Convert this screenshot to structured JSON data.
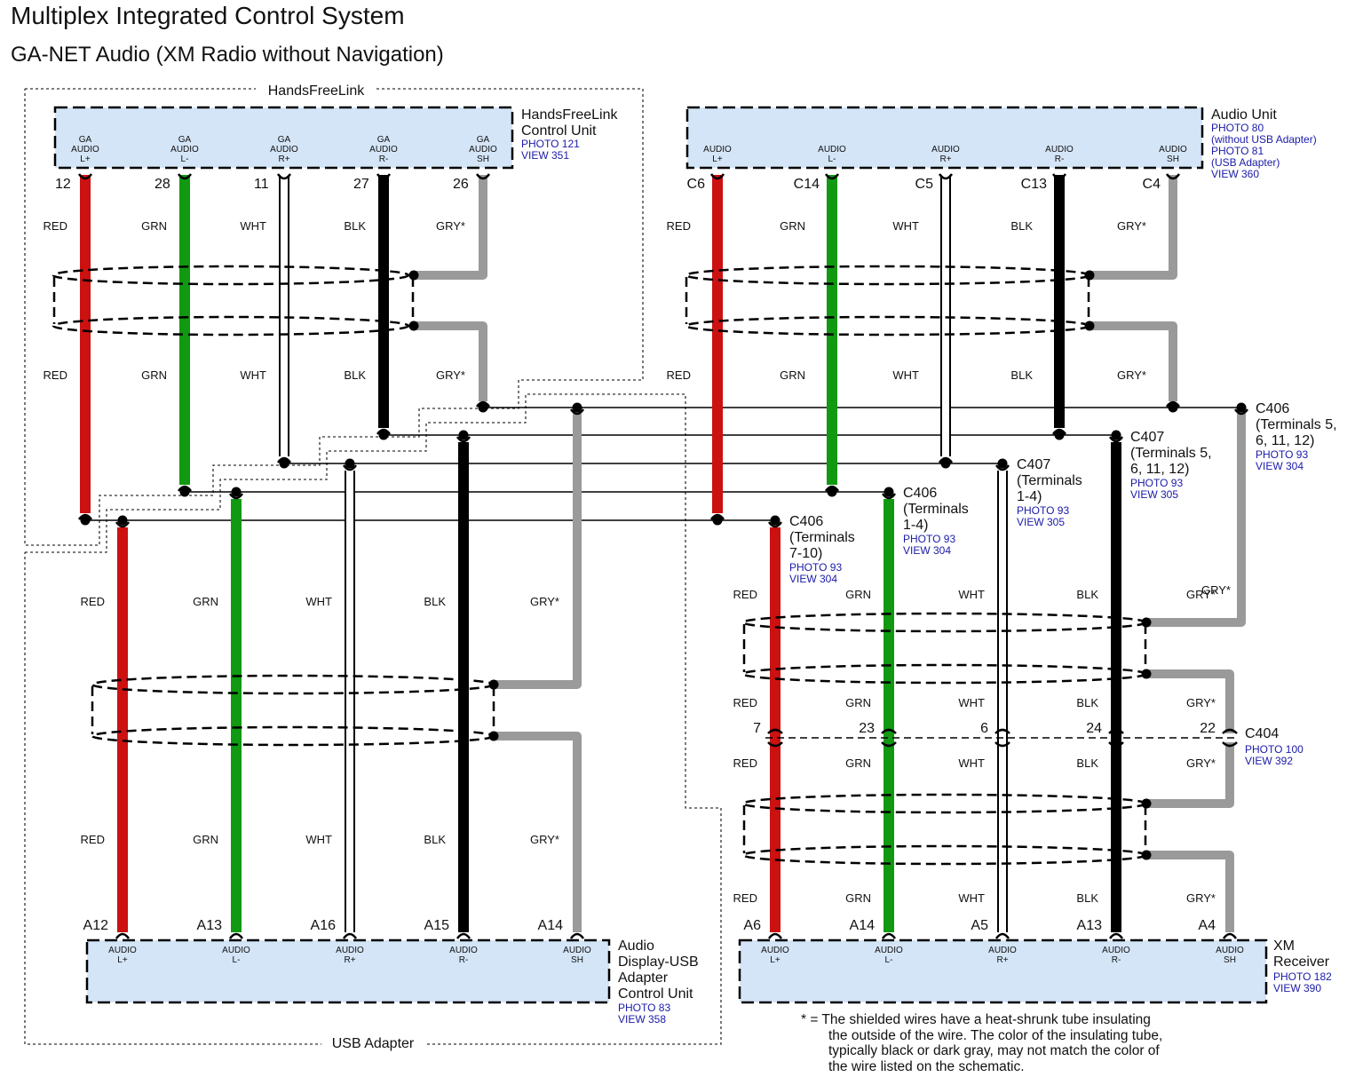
{
  "title": "Multiplex Integrated Control System",
  "subtitle": "GA-NET Audio (XM Radio without Navigation)",
  "group_labels": {
    "handsfreelink": "HandsFreeLink",
    "usb_adapter": "USB Adapter"
  },
  "components": {
    "hfl": {
      "name": [
        "HandsFreeLink",
        "Control Unit"
      ],
      "refs": [
        "PHOTO 121",
        "VIEW 351"
      ],
      "terminals": [
        [
          "GA",
          "AUDIO",
          "L+"
        ],
        [
          "GA",
          "AUDIO",
          "L-"
        ],
        [
          "GA",
          "AUDIO",
          "R+"
        ],
        [
          "GA",
          "AUDIO",
          "R-"
        ],
        [
          "GA",
          "AUDIO",
          "SH"
        ]
      ],
      "pins": [
        "12",
        "28",
        "11",
        "27",
        "26"
      ]
    },
    "audio_unit": {
      "name": [
        "Audio Unit"
      ],
      "refs": [
        "PHOTO 80",
        "(without USB Adapter)",
        "PHOTO 81",
        "(USB Adapter)",
        "VIEW 360"
      ],
      "terminals": [
        [
          "AUDIO",
          "L+"
        ],
        [
          "AUDIO",
          "L-"
        ],
        [
          "AUDIO",
          "R+"
        ],
        [
          "AUDIO",
          "R-"
        ],
        [
          "AUDIO",
          "SH"
        ]
      ],
      "pins": [
        "C6",
        "C14",
        "C5",
        "C13",
        "C4"
      ]
    },
    "usb": {
      "name": [
        "Audio",
        "Display-USB",
        "Adapter",
        "Control Unit"
      ],
      "refs": [
        "PHOTO 83",
        "VIEW 358"
      ],
      "terminals": [
        [
          "AUDIO",
          "L+"
        ],
        [
          "AUDIO",
          "L-"
        ],
        [
          "AUDIO",
          "R+"
        ],
        [
          "AUDIO",
          "R-"
        ],
        [
          "AUDIO",
          "SH"
        ]
      ],
      "pins": [
        "A12",
        "A13",
        "A16",
        "A15",
        "A14"
      ]
    },
    "xm": {
      "name": [
        "XM",
        "Receiver"
      ],
      "refs": [
        "PHOTO 182",
        "VIEW 390"
      ],
      "terminals": [
        [
          "AUDIO",
          "L+"
        ],
        [
          "AUDIO",
          "L-"
        ],
        [
          "AUDIO",
          "R+"
        ],
        [
          "AUDIO",
          "R-"
        ],
        [
          "AUDIO",
          "SH"
        ]
      ],
      "pins": [
        "A6",
        "A14",
        "A5",
        "A13",
        "A4"
      ]
    }
  },
  "wire_colors": [
    "RED",
    "GRN",
    "WHT",
    "BLK",
    "GRY*"
  ],
  "connectors": {
    "c406_top": {
      "name": [
        "C406",
        "(Terminals 5,",
        "6, 11, 12)"
      ],
      "refs": [
        "PHOTO 93",
        "VIEW 304"
      ]
    },
    "c407_top": {
      "name": [
        "C407",
        "(Terminals 5,",
        "6, 11, 12)"
      ],
      "refs": [
        "PHOTO 93",
        "VIEW 305"
      ]
    },
    "c407_mid": {
      "name": [
        "C407",
        "(Terminals",
        "1-4)"
      ],
      "refs": [
        "PHOTO 93",
        "VIEW 305"
      ]
    },
    "c406_mid": {
      "name": [
        "C406",
        "(Terminals",
        "1-4)"
      ],
      "refs": [
        "PHOTO 93",
        "VIEW 304"
      ]
    },
    "c406_low": {
      "name": [
        "C406",
        "(Terminals",
        "7-10)"
      ],
      "refs": [
        "PHOTO 93",
        "VIEW 304"
      ]
    },
    "c404": {
      "name": [
        "C404"
      ],
      "refs": [
        "PHOTO 100",
        "VIEW 392"
      ],
      "pins": [
        "7",
        "23",
        "6",
        "24",
        "22"
      ]
    }
  },
  "footnote": [
    "* = The shielded wires have a heat-shrunk tube insulating",
    "the outside of the wire. The color of the insulating tube,",
    "typically black or dark gray, may not match the color of",
    "the wire listed on the schematic."
  ],
  "colors": {
    "red": "#cc1111",
    "green": "#119911",
    "black": "#000000",
    "gray": "#9a9a9a",
    "box_fill": "#d4e5f7",
    "ref_blue": "#1a1aa8"
  }
}
